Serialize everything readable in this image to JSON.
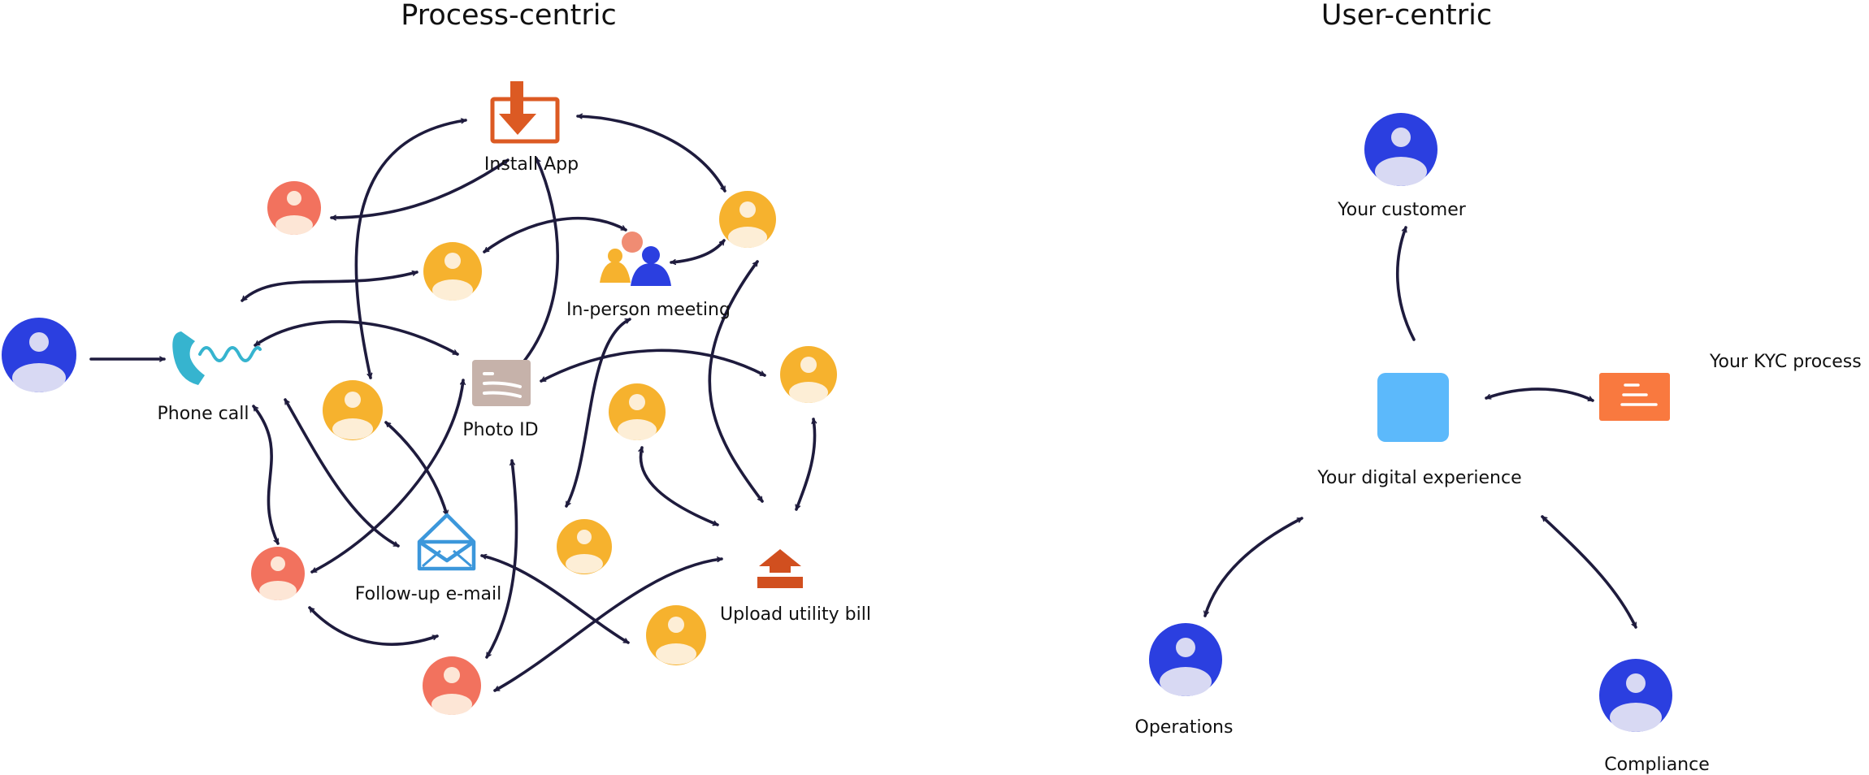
{
  "titles": {
    "process": "Process-centric",
    "user": "User-centric"
  },
  "process_labels": {
    "install_app": "Install App",
    "in_person": "In-person meeting",
    "phone_call": "Phone call",
    "photo_id": "Photo ID",
    "follow_up": "Follow-up e-mail",
    "upload_bill": "Upload utility bill"
  },
  "user_labels": {
    "customer": "Your customer",
    "kyc": "Your KYC process",
    "digital": "Your digital experience",
    "operations": "Operations",
    "compliance": "Compliance"
  },
  "colors": {
    "arrow": "#1e1b3d",
    "blue_person": "#2b3fe0",
    "yellow_person": "#f6b22e",
    "salmon_person": "#f2725e",
    "install_orange": "#dc5a23",
    "phone_teal": "#36b4cf",
    "photo_id_taupe": "#c6b2aa",
    "email_blue": "#3c97db",
    "upload_orange": "#d14f1f",
    "digital_square": "#5cb9fb",
    "kyc_orange": "#f9793f"
  },
  "icons": [
    "person-icon",
    "install-app-icon",
    "meeting-icon",
    "phone-icon",
    "photo-id-icon",
    "email-icon",
    "upload-icon",
    "app-square-icon",
    "kyc-document-icon"
  ]
}
